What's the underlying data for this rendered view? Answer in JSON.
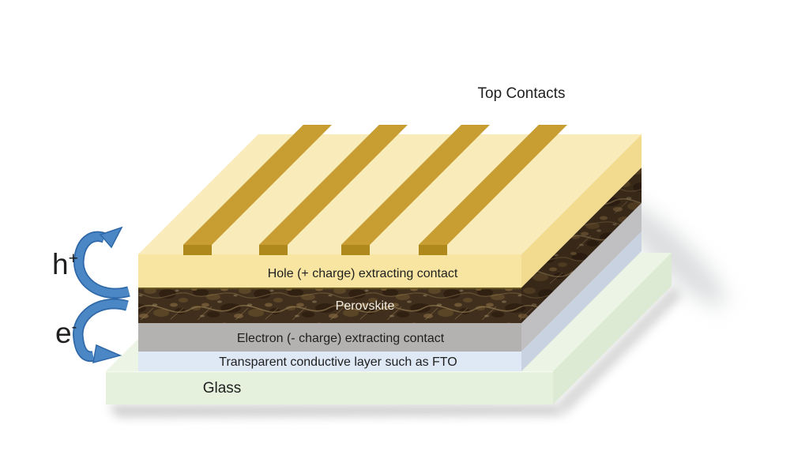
{
  "title": "Top Contacts",
  "layers": {
    "hole_label": "Hole (+ charge) extracting contact",
    "perovskite_label": "Perovskite",
    "electron_label": "Electron (- charge) extracting contact",
    "fto_label": "Transparent conductive layer such as FTO",
    "glass_label": "Glass"
  },
  "carriers": {
    "hole_symbol": "h",
    "hole_sign": "+",
    "electron_symbol": "e",
    "electron_sign": "-"
  },
  "top_contacts": {
    "count": 4
  },
  "colors": {
    "background": "#ffffff",
    "text": "#1f1f1f",
    "perovskite_text": "#f3eee3",
    "bar_top": "#c89e32",
    "bar_side": "#9e7a11",
    "bar_front": "#b0891c",
    "slab_top": "#f9ecba",
    "slab_front": "#f8e5a2",
    "slab_side": "#f2da8e",
    "gray_front": "#b4b2b1",
    "gray_side": "#c0c0c3",
    "fto_front": "#dfe9f6",
    "fto_side": "#c8d2e0",
    "glass_front": "#e5f0dd",
    "glass_top": "#ebf4e5",
    "glass_side": "#dcead3",
    "arrow_fill": "#4c87c5",
    "arrow_outline": "#2e68a8"
  }
}
